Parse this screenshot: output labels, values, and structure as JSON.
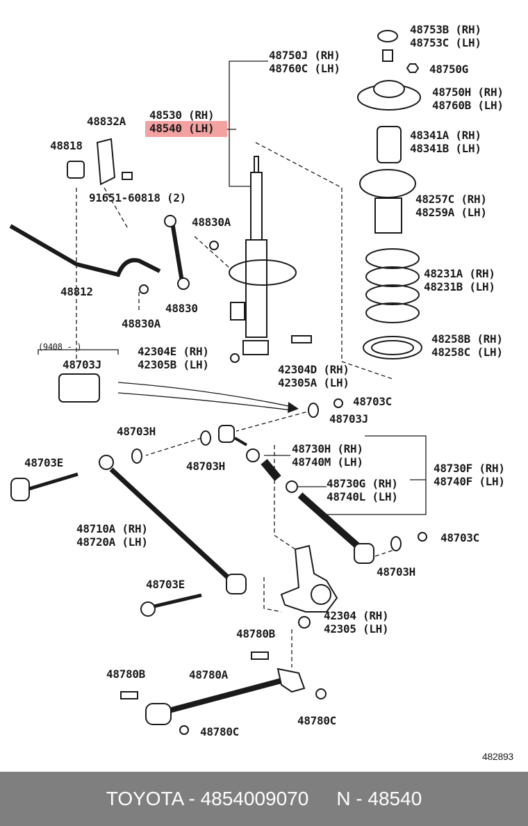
{
  "highlighted_part": {
    "rh": "48530 (RH)",
    "lh": "48540 (LH)"
  },
  "labels": {
    "p48753": [
      "48753B (RH)",
      "48753C (LH)"
    ],
    "p48750j": [
      "48750J (RH)",
      "48760C (LH)"
    ],
    "p48750g": "48750G",
    "p48750h": [
      "48750H (RH)",
      "48760B (LH)"
    ],
    "p48832a": "48832A",
    "p48818": "48818",
    "p48341": [
      "48341A (RH)",
      "48341B (LH)"
    ],
    "p91651": "91651-60818 (2)",
    "p48257": [
      "48257C (RH)",
      "48259A (LH)"
    ],
    "p48830a_top": "48830A",
    "p48812": "48812",
    "p48231": [
      "48231A (RH)",
      "48231B (LH)"
    ],
    "p48830": "48830",
    "p48830a_bot": "48830A",
    "p48258": [
      "48258B (RH)",
      "48258C (LH)"
    ],
    "p9408": "(9408 -     )",
    "p42304e": [
      "42304E (RH)",
      "42305B (LH)"
    ],
    "p48703j_left": "48703J",
    "p42304d": [
      "42304D (RH)",
      "42305A (LH)"
    ],
    "p48703c_top": "48703C",
    "p48703j_right": "48703J",
    "p48703h_a": "48703H",
    "p48703h_b": "48703H",
    "p48730h": [
      "48730H (RH)",
      "48740M (LH)"
    ],
    "p48730f": [
      "48730F (RH)",
      "48740F (LH)"
    ],
    "p48703e_left": "48703E",
    "p48730g": [
      "48730G (RH)",
      "48740L (LH)"
    ],
    "p48710a": [
      "48710A (RH)",
      "48720A (LH)"
    ],
    "p48703c_right": "48703C",
    "p48703h_c": "48703H",
    "p48703e_mid": "48703E",
    "p42304": [
      "42304 (RH)",
      "42305 (LH)"
    ],
    "p48780b_top": "48780B",
    "p48780b_left": "48780B",
    "p48780a": "48780A",
    "p48780c_right": "48780C",
    "p48780c_bot": "48780C",
    "ref_number": "482893"
  },
  "footer": {
    "brand_part": "TOYOTA - 4854009070",
    "ref": "N - 48540"
  },
  "colors": {
    "highlight": "#f08a8a",
    "footer_bg": "#7f7f7f",
    "footer_text": "#ffffff",
    "ink": "#1a1a1a"
  }
}
